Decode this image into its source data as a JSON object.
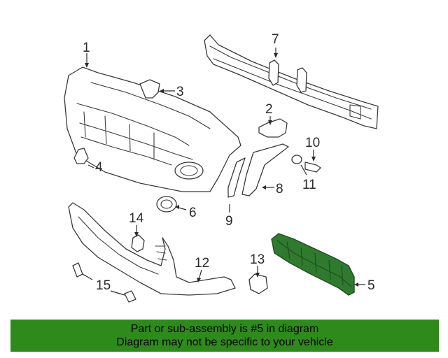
{
  "diagram": {
    "callouts": [
      "1",
      "2",
      "3",
      "4",
      "5",
      "6",
      "7",
      "8",
      "9",
      "10",
      "11",
      "12",
      "13",
      "14",
      "15"
    ],
    "highlighted_part": "5",
    "highlight_color": "#2f7a2f"
  },
  "banner": {
    "line1": "Part or sub-assembly is #5 in diagram",
    "line2": "Diagram may not be specific to your vehicle",
    "background": "#2f8a1c"
  }
}
